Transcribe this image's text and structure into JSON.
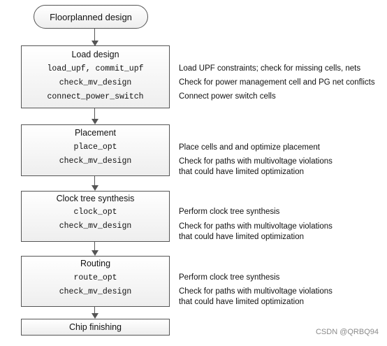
{
  "start": "Floorplanned design",
  "stages": [
    {
      "title": "Load design",
      "steps": [
        {
          "cmd": "load_upf, commit_upf",
          "desc": [
            "Load UPF constraints; check for missing cells, nets"
          ]
        },
        {
          "cmd": "check_mv_design",
          "desc": [
            "Check for power management cell and PG net conflicts"
          ]
        },
        {
          "cmd": "connect_power_switch",
          "desc": [
            "Connect power switch cells"
          ]
        }
      ]
    },
    {
      "title": "Placement",
      "steps": [
        {
          "cmd": "place_opt",
          "desc": [
            "Place cells and and optimize placement"
          ]
        },
        {
          "cmd": "check_mv_design",
          "desc": [
            "Check for paths with multivoltage violations",
            "that could have limited optimization"
          ]
        }
      ]
    },
    {
      "title": "Clock tree synthesis",
      "steps": [
        {
          "cmd": "clock_opt",
          "desc": [
            "Perform clock tree synthesis"
          ]
        },
        {
          "cmd": "check_mv_design",
          "desc": [
            "Check for paths with multivoltage violations",
            "that could have limited optimization"
          ]
        }
      ]
    },
    {
      "title": "Routing",
      "steps": [
        {
          "cmd": "route_opt",
          "desc": [
            "Perform clock tree synthesis"
          ]
        },
        {
          "cmd": "check_mv_design",
          "desc": [
            "Check for paths with multivoltage violations",
            "that could have limited optimization"
          ]
        }
      ]
    }
  ],
  "end": "Chip finishing",
  "watermark": "CSDN @QRBQ94"
}
